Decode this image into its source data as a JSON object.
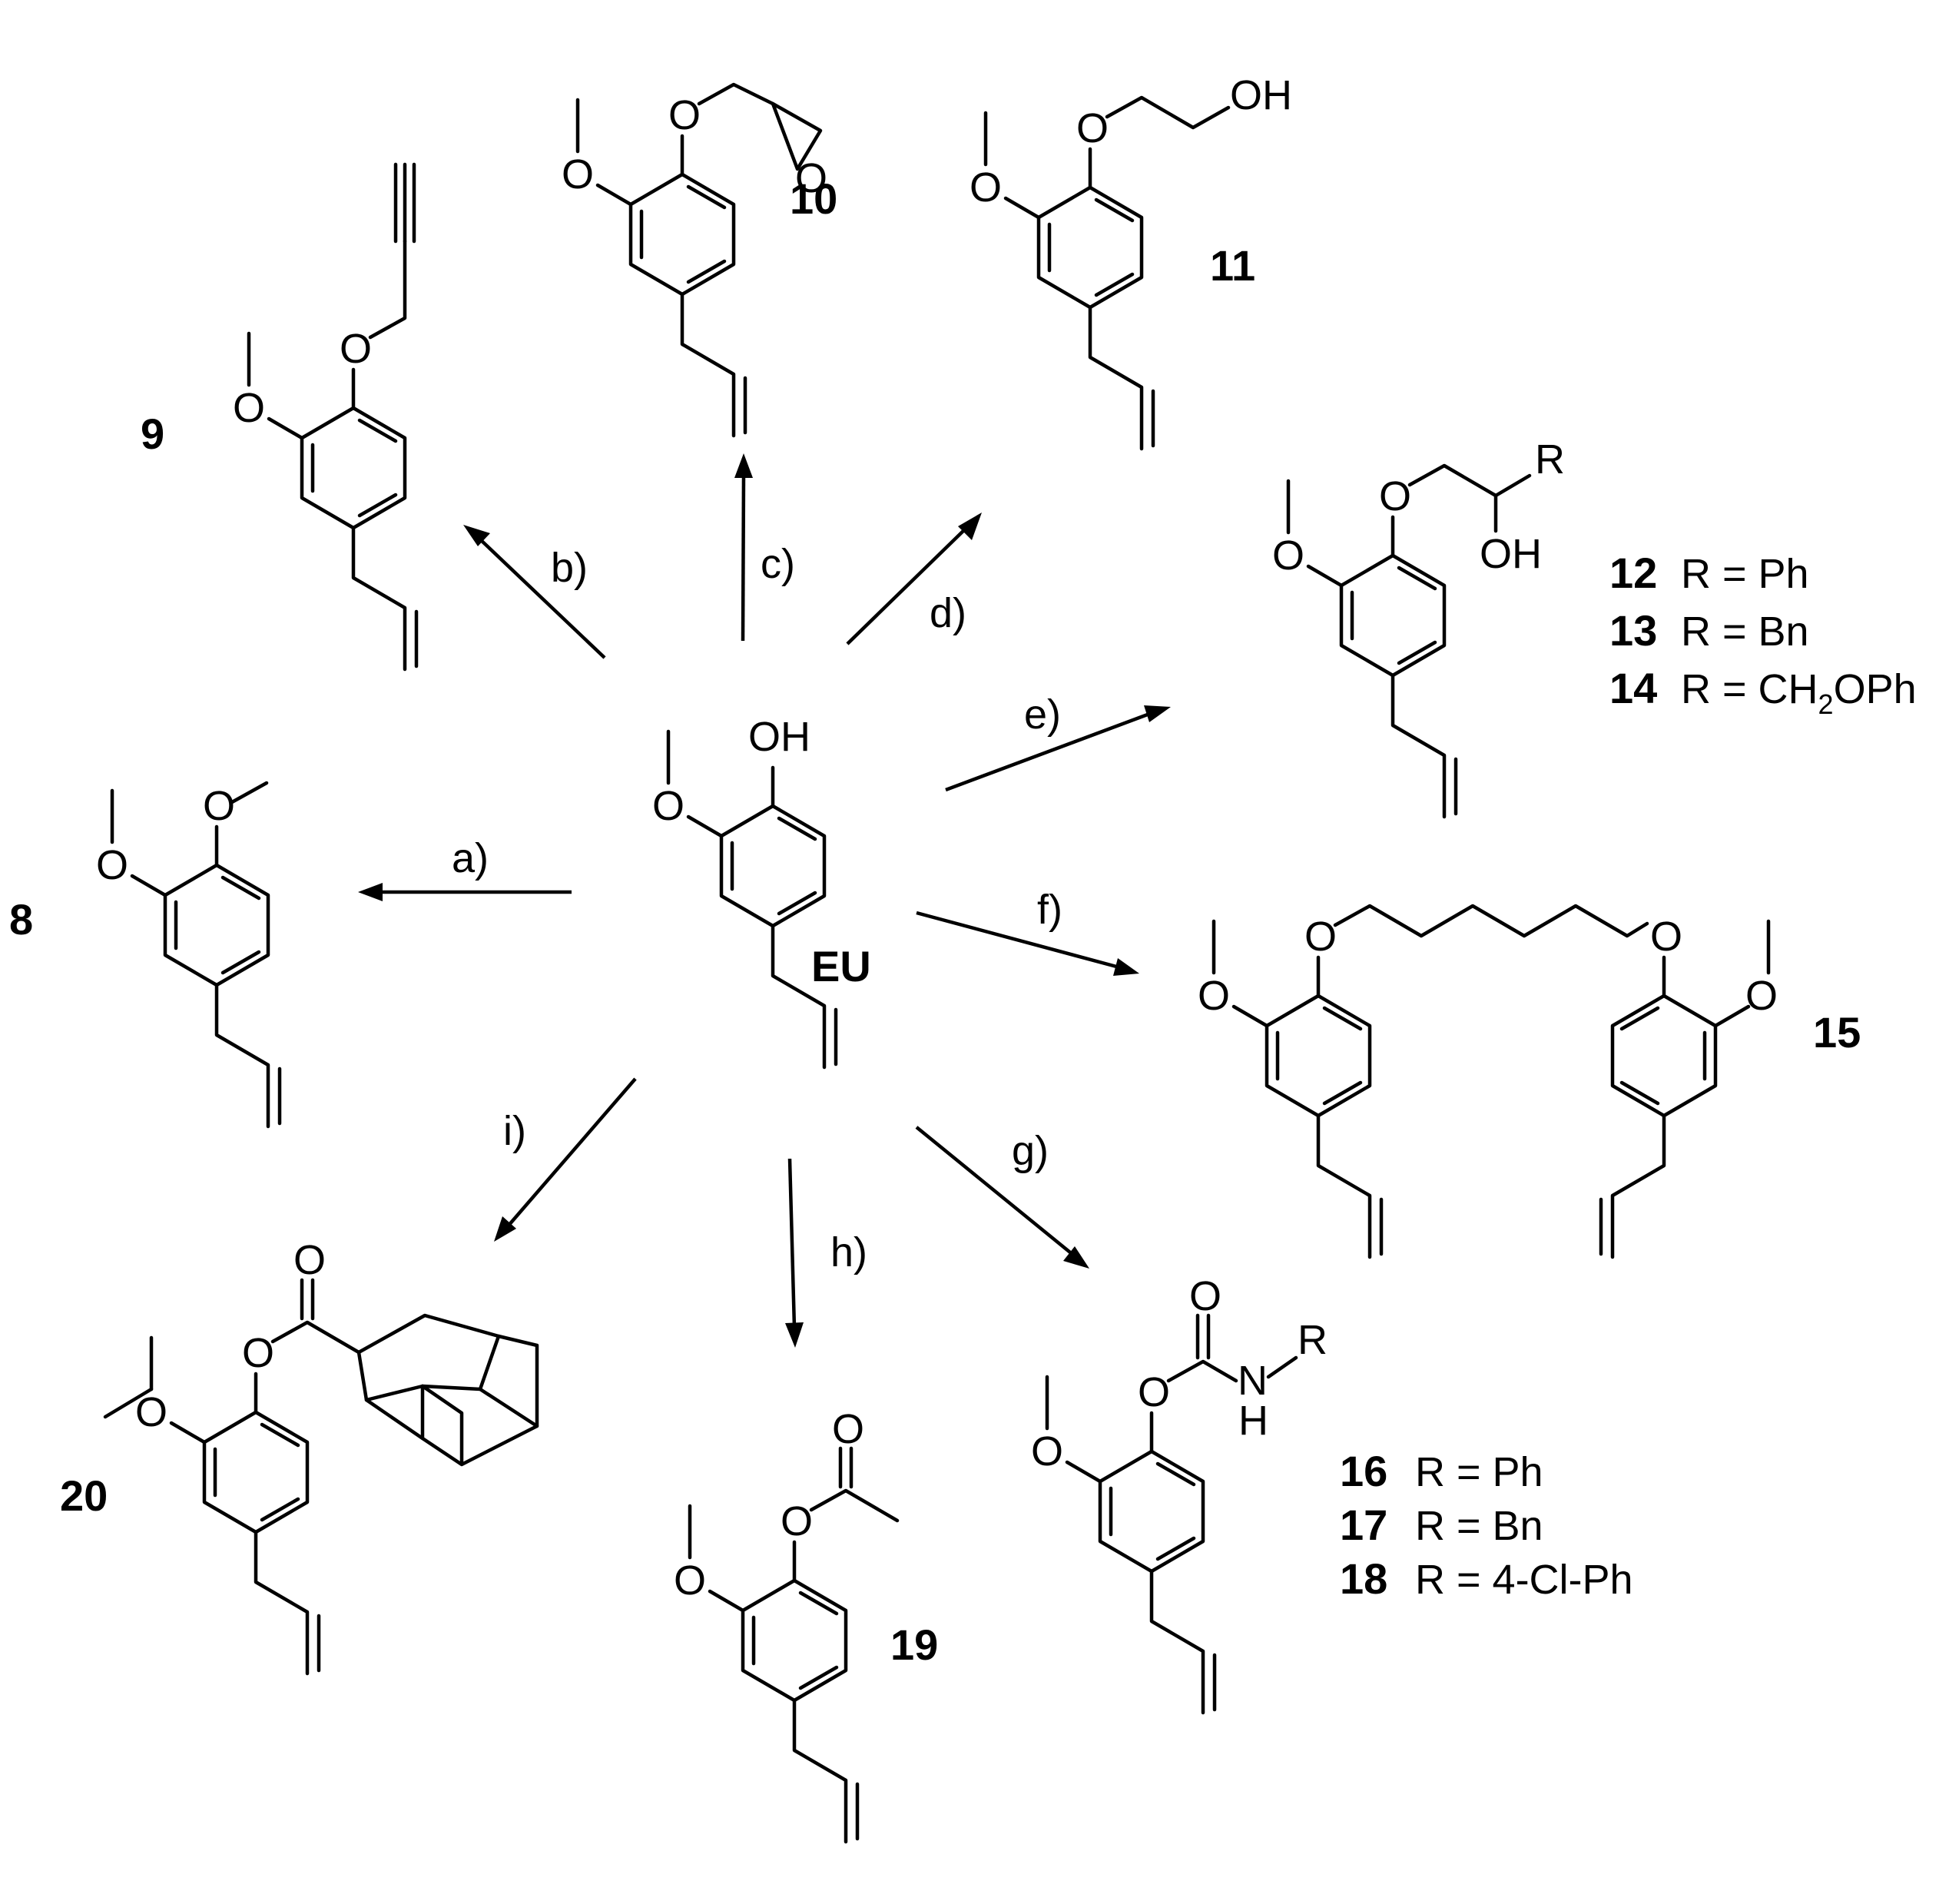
{
  "hub": {
    "label": "EU",
    "substituent": "OH"
  },
  "atoms": {
    "O": "O",
    "OH": "OH",
    "H": "H",
    "N": "N",
    "R": "R"
  },
  "reactions": [
    {
      "label": "a)",
      "product": "8"
    },
    {
      "label": "b)",
      "product": "9"
    },
    {
      "label": "c)",
      "product": "10"
    },
    {
      "label": "d)",
      "product": "11"
    },
    {
      "label": "e)",
      "product": "12-14"
    },
    {
      "label": "f)",
      "product": "15"
    },
    {
      "label": "g)",
      "product": "16-18"
    },
    {
      "label": "h)",
      "product": "19"
    },
    {
      "label": "i)",
      "product": "20"
    }
  ],
  "compounds": {
    "c8": "8",
    "c9": "9",
    "c10": "10",
    "c11": "11",
    "c15": "15",
    "c19": "19",
    "c20": "20"
  },
  "r_groups_e": [
    {
      "id": "12",
      "text": "R = Ph"
    },
    {
      "id": "13",
      "text": "R = Bn"
    },
    {
      "id": "14",
      "text": "R = CH",
      "sub": "2",
      "tail": "OPh"
    }
  ],
  "r_groups_g": [
    {
      "id": "16",
      "text": "R = Ph"
    },
    {
      "id": "17",
      "text": "R = Bn"
    },
    {
      "id": "18",
      "text": "R = 4-Cl-Ph"
    }
  ]
}
